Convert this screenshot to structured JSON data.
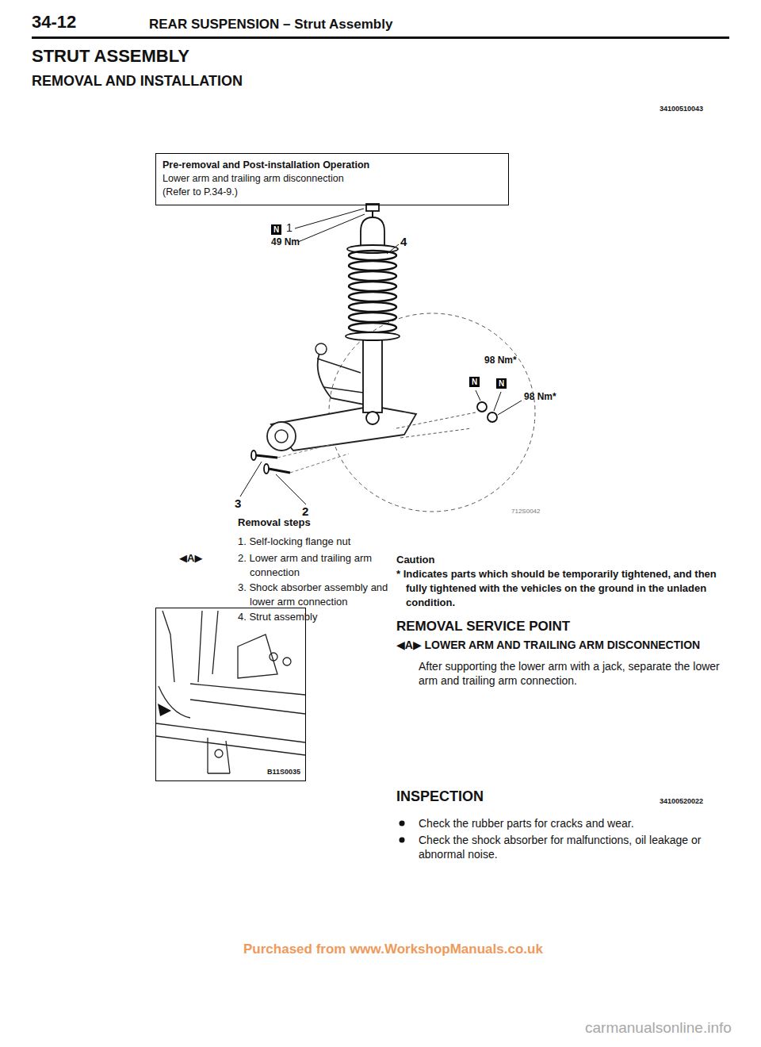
{
  "diagram": {
    "title": "STRUT ASSEMBLY",
    "nodes": [
      {
        "text": [
          "Pre-removal and Post-installation Operation",
          "Lower arm and trailing arm disconnection (Refer to P.34-9.)"
        ]
      },
      {
        "text": [
          "B11S0035"
        ]
      }
    ],
    "labels": [
      "34-12",
      "REAR SUSPENSION – Strut Assembly",
      "34100510043",
      "REMOVAL AND INSTALLATION",
      "N",
      "1",
      "49 Nm",
      "4",
      "98 Nm*",
      "N",
      "N",
      "98 Nm*",
      "3",
      "2",
      "712S0042",
      "Removal steps",
      "◀A▶",
      "1. Self-locking flange nut",
      "2. Lower arm and trailing arm connection",
      "3. Shock absorber assembly and lower arm connection",
      "4. Strut assembly",
      "Caution",
      "* Indicates parts which should be temporarily tightened, and then fully tightened with the vehicles on the ground in the unladen condition.",
      "REMOVAL SERVICE POINT",
      "◀A▶ LOWER ARM AND TRAILING ARM DISCONNECTION",
      "After supporting the lower arm with a jack, separate the lower arm and trailing arm connection.",
      "INSPECTION",
      "34100520022",
      "Check the rubber parts for cracks and wear.",
      "Check the shock absorber for malfunctions, oil leakage or abnormal noise.",
      "Purchased from www.WorkshopManuals.co.uk",
      "carmanualsonline.info"
    ]
  }
}
